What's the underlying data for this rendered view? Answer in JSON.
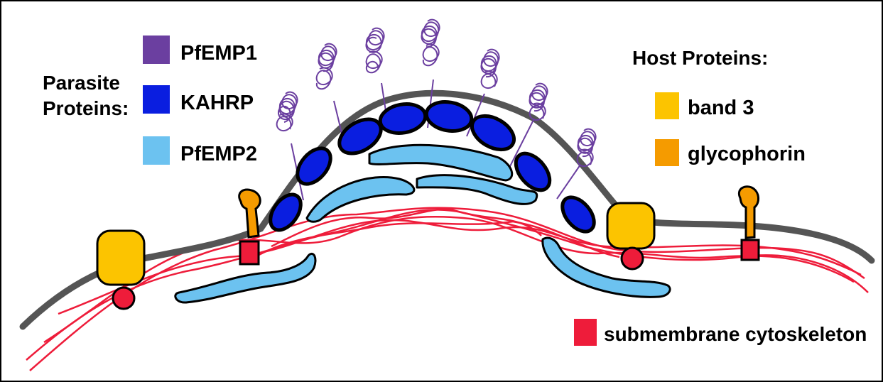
{
  "parasite_proteins": {
    "heading_line1": "Parasite",
    "heading_line2": "Proteins:",
    "items": [
      {
        "label": "PfEMP1",
        "color": "#6b3fa0"
      },
      {
        "label": "KAHRP",
        "color": "#0a1ee0"
      },
      {
        "label": "PfEMP2",
        "color": "#6cc2f0"
      }
    ]
  },
  "host_proteins": {
    "heading": "Host Proteins:",
    "items": [
      {
        "label": "band 3",
        "color": "#fcc400"
      },
      {
        "label": "glycophorin",
        "color": "#f59b00"
      }
    ]
  },
  "cytoskeleton": {
    "label": "submembrane cytoskeleton",
    "color": "#ee1c3a"
  },
  "colors": {
    "membrane": "#555555",
    "pfemp1": "#6b3fa0",
    "kahrp": "#0a1ee0",
    "pfemp2": "#6cc2f0",
    "band3": "#fcc400",
    "glycophorin": "#f59b00",
    "cytoskeleton": "#ee1c3a"
  }
}
